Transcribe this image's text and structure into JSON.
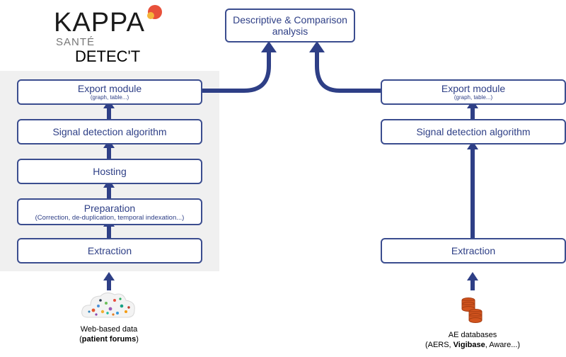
{
  "logo": {
    "brand": "KAPPA",
    "sub": "SANTÉ",
    "product": "DETEC'T"
  },
  "top_box": {
    "line1": "Descriptive & Comparison",
    "line2": "analysis"
  },
  "left": {
    "export": {
      "label": "Export module",
      "sub": "(graph, table...)"
    },
    "signal": {
      "label": "Signal detection algorithm"
    },
    "hosting": {
      "label": "Hosting"
    },
    "preparation": {
      "label": "Preparation",
      "sub": "(Correction, de-duplication, temporal indexation...)"
    },
    "extraction": {
      "label": "Extraction"
    },
    "source": {
      "line1": "Web-based data",
      "bold": "patient forums",
      "open": "(",
      "close": ")"
    }
  },
  "right": {
    "export": {
      "label": "Export module",
      "sub": "(graph, table...)"
    },
    "signal": {
      "label": "Signal detection algorithm"
    },
    "extraction": {
      "label": "Extraction"
    },
    "source": {
      "line1": "AE databases",
      "pre": "(AERS, ",
      "bold": "Vigibase",
      "post": ", Aware...)"
    }
  },
  "colors": {
    "accent": "#2e3f86",
    "arrow": "#2e3f86",
    "panel": "#f0f0f0",
    "logo_dot": "#e8503a",
    "db_icon": "#d2541e"
  }
}
